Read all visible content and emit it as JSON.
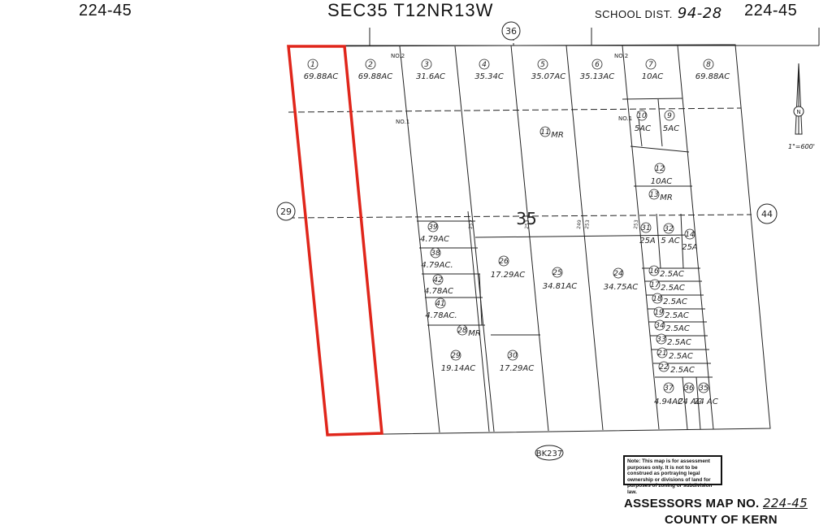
{
  "header": {
    "map_ref_left": "224-45",
    "section_title": "SEC35 T12NR13W",
    "school_dist_label": "SCHOOL DIST.",
    "school_dist_value": "94-28",
    "map_ref_right": "224-45"
  },
  "adjacent": {
    "top": "36",
    "left": "29",
    "right": "44",
    "bottom": "BK237"
  },
  "section_number": "35",
  "row_tags": {
    "no2_a": "NO.2",
    "no2_b": "NO.2",
    "no1_a": "NO.1",
    "no1_b": "NO.1"
  },
  "lots": [
    {
      "num": "1",
      "area": "69.88AC"
    },
    {
      "num": "2",
      "area": "69.88AC"
    },
    {
      "num": "3",
      "area": "31.6AC"
    },
    {
      "num": "4",
      "area": "35.34C"
    },
    {
      "num": "5",
      "area": "35.07AC"
    },
    {
      "num": "6",
      "area": "35.13AC"
    },
    {
      "num": "7",
      "area": "10AC"
    },
    {
      "num": "8",
      "area": "69.88AC"
    },
    {
      "num": "10",
      "area": "5AC"
    },
    {
      "num": "9",
      "area": "5AC"
    },
    {
      "num": "11",
      "area": "MR"
    },
    {
      "num": "12",
      "area": "10AC"
    },
    {
      "num": "13",
      "area": "MR"
    },
    {
      "num": "39",
      "area": "4.79AC"
    },
    {
      "num": "38",
      "area": "4.79AC."
    },
    {
      "num": "42",
      "area": "4.78AC"
    },
    {
      "num": "41",
      "area": "4.78AC."
    },
    {
      "num": "28",
      "area": "MR"
    },
    {
      "num": "26",
      "area": "17.29AC"
    },
    {
      "num": "25",
      "area": "34.81AC"
    },
    {
      "num": "24",
      "area": "34.75AC"
    },
    {
      "num": "29",
      "area": "19.14AC"
    },
    {
      "num": "30",
      "area": "17.29AC"
    },
    {
      "num": "31",
      "area": "25A"
    },
    {
      "num": "32",
      "area": "5 AC"
    },
    {
      "num": "14",
      "area": "25A"
    },
    {
      "num": "16",
      "area": "2.5AC"
    },
    {
      "num": "17",
      "area": "2.5AC"
    },
    {
      "num": "18",
      "area": "2.5AC"
    },
    {
      "num": "19",
      "area": "2.5AC"
    },
    {
      "num": "34",
      "area": "2.5AC"
    },
    {
      "num": "33",
      "area": "2.5AC"
    },
    {
      "num": "21",
      "area": "2.5AC"
    },
    {
      "num": "22",
      "area": "2.5AC"
    },
    {
      "num": "37",
      "area": "4.94AC"
    },
    {
      "num": "36",
      "area": "24 AC"
    },
    {
      "num": "35",
      "area": "24 AC"
    }
  ],
  "dims": [
    "252",
    "253",
    "249",
    "253",
    "253"
  ],
  "scale": "1\"=600'",
  "north_label": "N",
  "note": "Note: This map is for assessment purposes only. It is not to be construed as portraying legal ownership or divisions of land for purposes of zoning or subdivision law.",
  "footer": {
    "map_no_label": "ASSESSORS MAP NO.",
    "map_no_value": "224-45",
    "county": "COUNTY OF KERN"
  },
  "highlight_color": "#e0261b"
}
